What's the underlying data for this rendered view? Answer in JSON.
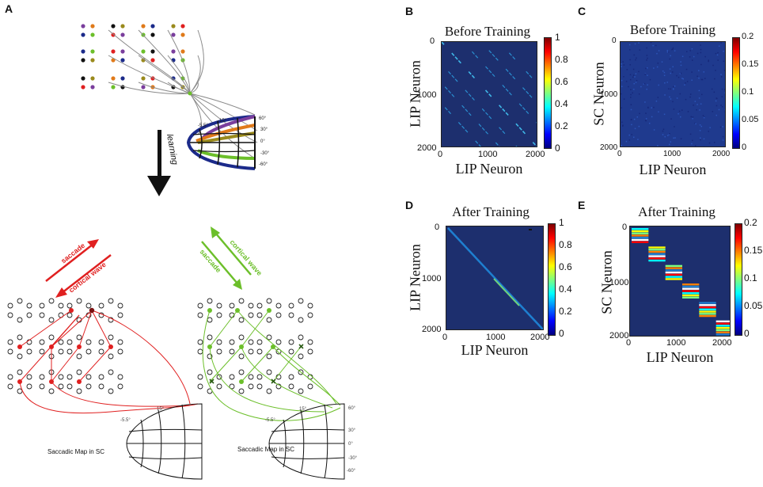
{
  "figure": {
    "panel_labels": {
      "A": "A",
      "B": "B",
      "C": "C",
      "D": "D",
      "E": "E"
    },
    "panel_a": {
      "learning_label": "learning",
      "red_arrow_top": "saccade",
      "red_arrow_bottom": "cortical  wave",
      "green_arrow_top": "cortical wave",
      "green_arrow_bottom": "saccade",
      "map_label_left": "Saccadic Map in SC",
      "map_label_right": "Saccadic Map in SC",
      "colors": {
        "red": "#e02020",
        "green": "#6cbf2a",
        "purple": "#7a3e9d",
        "orange": "#e07a1a",
        "olive": "#9a8a1c",
        "blue": "#1b2a8a",
        "gray": "#8a8a8a"
      }
    },
    "colorbar_colors": [
      "#00007f",
      "#0000ff",
      "#007fff",
      "#00ffff",
      "#7fff7f",
      "#ffff00",
      "#ff7f00",
      "#ff0000",
      "#7f0000"
    ]
  },
  "chart_data": [
    {
      "type": "heatmap",
      "panel": "B",
      "title": "Before Training",
      "xlabel": "LIP Neuron",
      "ylabel": "LIP Neuron",
      "x_ticks": [
        "0",
        "1000",
        "2000"
      ],
      "y_ticks": [
        "0",
        "1000",
        "2000"
      ],
      "colorbar_ticks": [
        "1",
        "0.8",
        "0.6",
        "0.4",
        "0.2",
        "0"
      ],
      "clim": [
        0,
        1
      ],
      "pattern": "multiple diagonal bands of weak connectivity"
    },
    {
      "type": "heatmap",
      "panel": "C",
      "title": "Before Training",
      "xlabel": "LIP Neuron",
      "ylabel": "SC Neuron",
      "x_ticks": [
        "0",
        "1000",
        "2000"
      ],
      "y_ticks": [
        "0",
        "1000",
        "2000"
      ],
      "colorbar_ticks": [
        "0.2",
        "0.15",
        "0.1",
        "0.05",
        "0"
      ],
      "clim": [
        0,
        0.2
      ],
      "pattern": "uniform random noise"
    },
    {
      "type": "heatmap",
      "panel": "D",
      "title": "After Training",
      "xlabel": "LIP Neuron",
      "ylabel": "LIP Neuron",
      "x_ticks": [
        "0",
        "1000",
        "2000"
      ],
      "y_ticks": [
        "0",
        "1000",
        "2000"
      ],
      "colorbar_ticks": [
        "1",
        "0.8",
        "0.6",
        "0.4",
        "0.2",
        "0"
      ],
      "clim": [
        0,
        1
      ],
      "pattern": "single main diagonal"
    },
    {
      "type": "heatmap",
      "panel": "E",
      "title": "After Training",
      "xlabel": "LIP Neuron",
      "ylabel": "SC Neuron",
      "x_ticks": [
        "0",
        "1000",
        "2000"
      ],
      "y_ticks": [
        "0",
        "1000",
        "2000"
      ],
      "colorbar_ticks": [
        "0.2",
        "0.15",
        "0.1",
        "0.05",
        "0"
      ],
      "clim": [
        0,
        0.2
      ],
      "pattern": "six block-diagonal striped blocks"
    }
  ]
}
